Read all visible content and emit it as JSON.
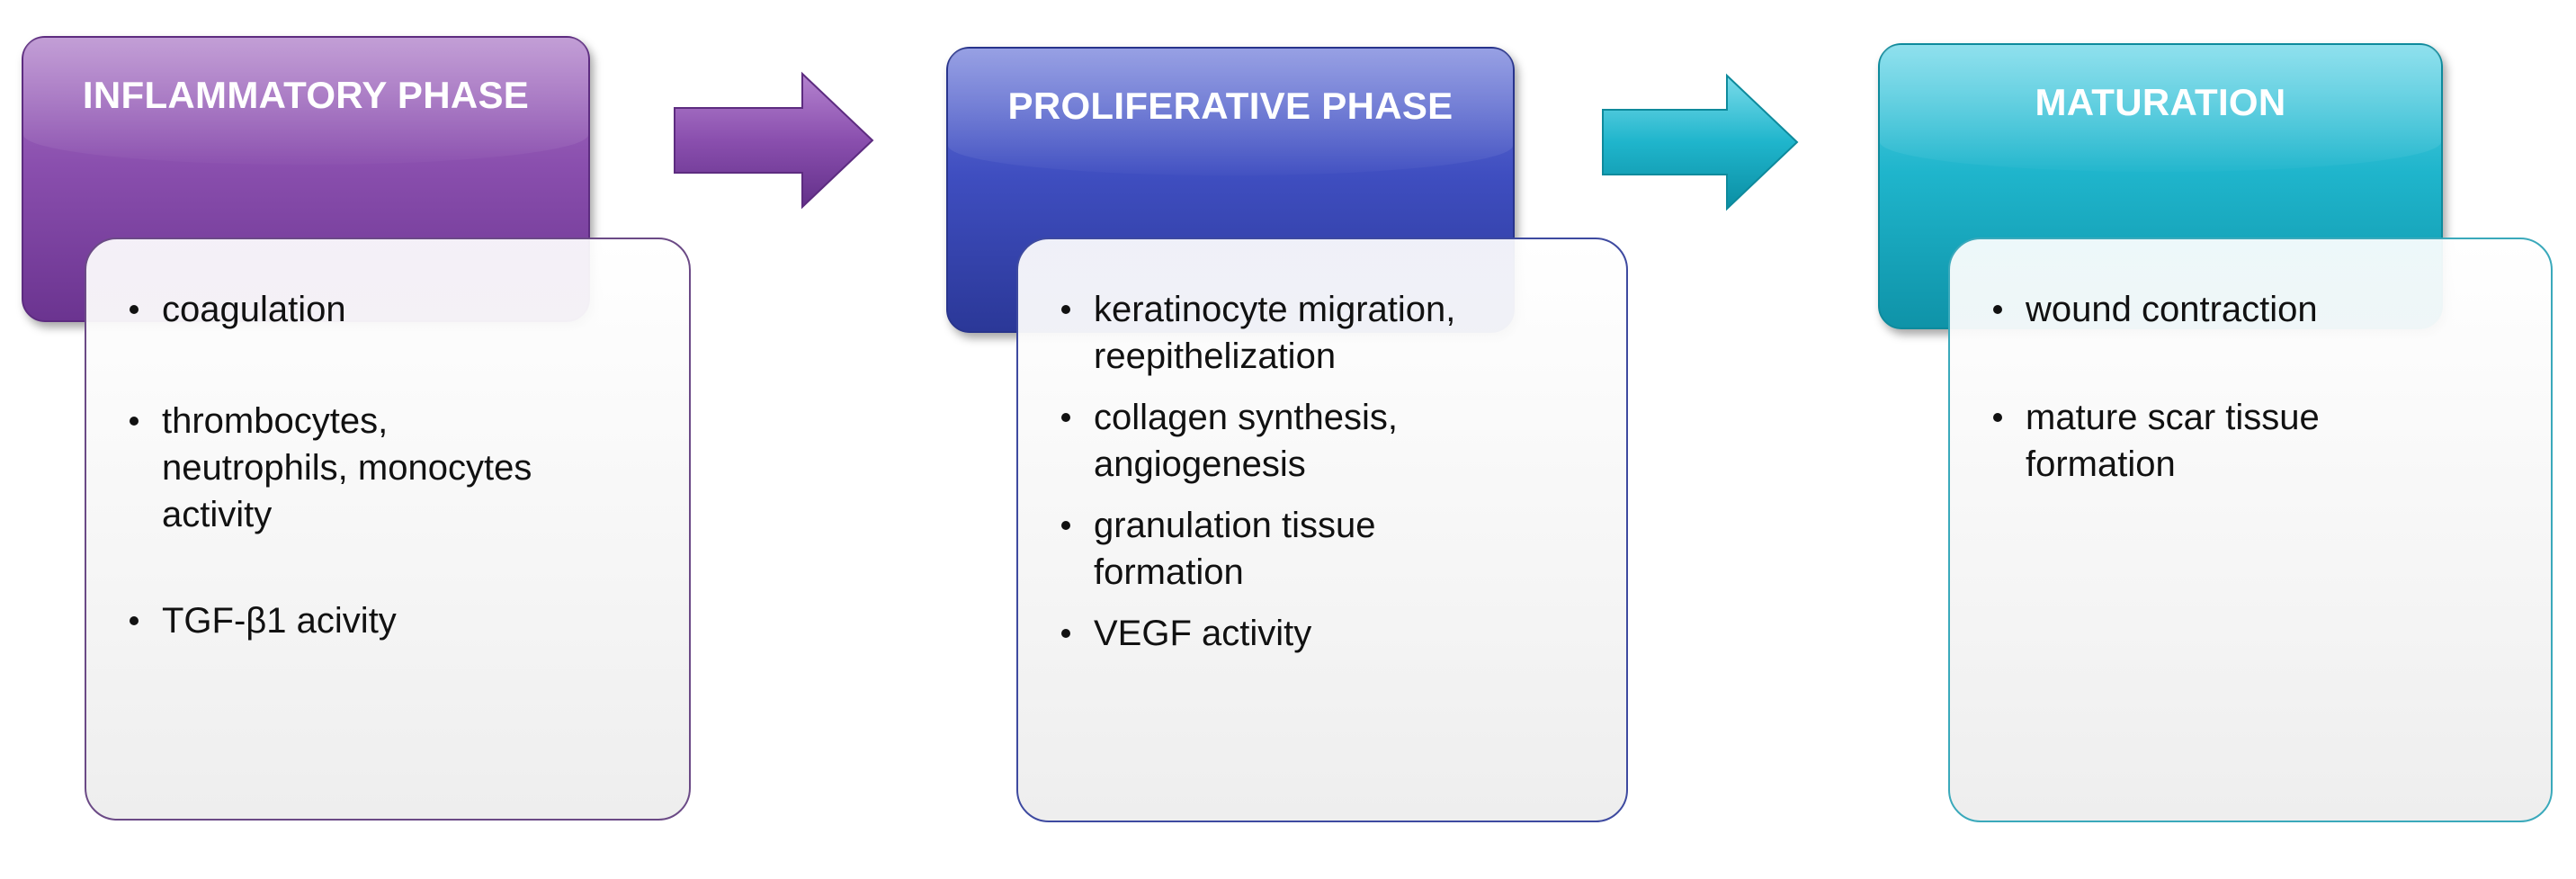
{
  "phases": [
    {
      "title": "INFLAMMATORY PHASE",
      "items": [
        "coagulation",
        "thrombocytes, neutrophils, monocytes  activity",
        "TGF-β1 acivity"
      ]
    },
    {
      "title": "PROLIFERATIVE PHASE",
      "items": [
        "keratinocyte  migration, reepithelization",
        "collagen synthesis, angiogenesis",
        "granulation tissue formation",
        "VEGF activity"
      ]
    },
    {
      "title": "MATURATION",
      "items": [
        "wound  contraction",
        "mature scar tissue formation"
      ]
    }
  ],
  "colors": {
    "inflammatory": "#8a4fae",
    "proliferative": "#3f4ec0",
    "maturation": "#1fb5cc"
  }
}
